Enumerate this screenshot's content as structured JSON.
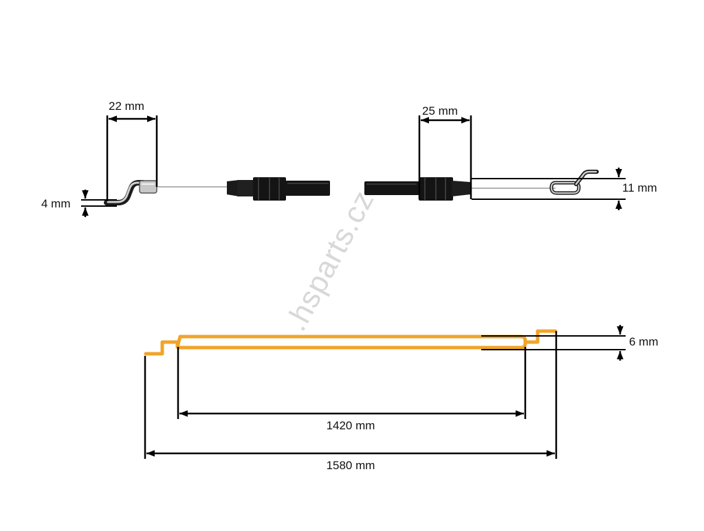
{
  "dimensions": {
    "left_hook_width": "22 mm",
    "left_hook_height": "4 mm",
    "right_hook_width": "25 mm",
    "right_hook_height": "11 mm",
    "cable_offset": "6 mm",
    "inner_length": "1420 mm",
    "total_length": "1580 mm"
  },
  "watermark": ".hsparts.cz",
  "colors": {
    "cable_highlight": "#f0a42a",
    "dimension_line": "#000000",
    "sheath": "#141414",
    "wire": "#9a9a9a",
    "watermark": "#d8d8d8"
  }
}
